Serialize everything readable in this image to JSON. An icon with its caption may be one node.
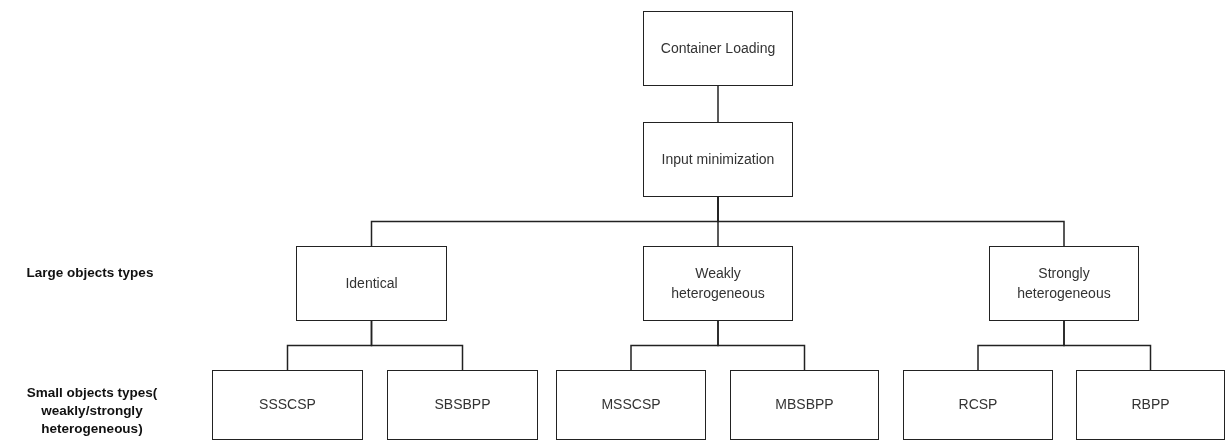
{
  "diagram": {
    "nodes": [
      {
        "text": [
          "Container Loading"
        ]
      },
      {
        "text": [
          "Input minimization"
        ]
      },
      {
        "text": [
          "Identical"
        ]
      },
      {
        "text": [
          "Weakly heterogeneous"
        ]
      },
      {
        "text": [
          "Strongly heterogeneous"
        ]
      },
      {
        "text": [
          "SSSCSP"
        ]
      },
      {
        "text": [
          "SBSBPP"
        ]
      },
      {
        "text": [
          "MSSCSP"
        ]
      },
      {
        "text": [
          "MBSBPP"
        ]
      },
      {
        "text": [
          "RCSP"
        ]
      },
      {
        "text": [
          "RBPP"
        ]
      }
    ],
    "edges": [
      {
        "from": 0,
        "to": 1,
        "arrow": "none"
      },
      {
        "from": 1,
        "to": 2,
        "arrow": "none"
      },
      {
        "from": 1,
        "to": 3,
        "arrow": "none"
      },
      {
        "from": 1,
        "to": 4,
        "arrow": "none"
      },
      {
        "from": 2,
        "to": 5,
        "arrow": "none"
      },
      {
        "from": 2,
        "to": 6,
        "arrow": "none"
      },
      {
        "from": 3,
        "to": 7,
        "arrow": "none"
      },
      {
        "from": 3,
        "to": 8,
        "arrow": "none"
      },
      {
        "from": 4,
        "to": 9,
        "arrow": "none"
      },
      {
        "from": 4,
        "to": 10,
        "arrow": "none"
      }
    ],
    "labels": [
      "Large objects types",
      "Small objects types( weakly/strongly heterogeneous)"
    ]
  }
}
